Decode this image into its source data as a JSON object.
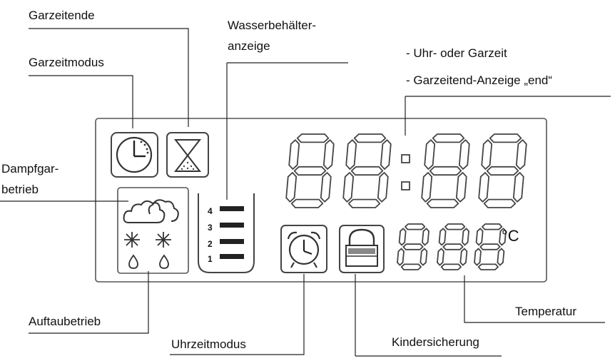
{
  "labels": {
    "garzeitende": "Garzeitende",
    "garzeitmodus": "Garzeitmodus",
    "wasser_line1": "Wasserbehälter-",
    "wasser_line2": "anzeige",
    "uhr_garzeit": "- Uhr- oder Garzeit",
    "garzeitend_anzeige": "- Garzeitend-Anzeige „end“",
    "dampf_line1": "Dampfgar-",
    "dampf_line2": "betrieb",
    "auftau": "Auftaubetrieb",
    "uhrzeitmodus": "Uhrzeitmodus",
    "kindersicherung": "Kindersicherung",
    "temperatur": "Temperatur"
  },
  "display": {
    "unit": "°C",
    "water_levels": [
      "4",
      "3",
      "2",
      "1"
    ]
  },
  "icons": {
    "garzeitmodus": "clock-icon",
    "garzeitende": "hourglass-icon",
    "dampfgar": "steam-cloud-icon",
    "auftau": "snowflake-icon",
    "uhrzeitmodus": "alarm-clock-icon",
    "kindersicherung": "padlock-icon"
  }
}
